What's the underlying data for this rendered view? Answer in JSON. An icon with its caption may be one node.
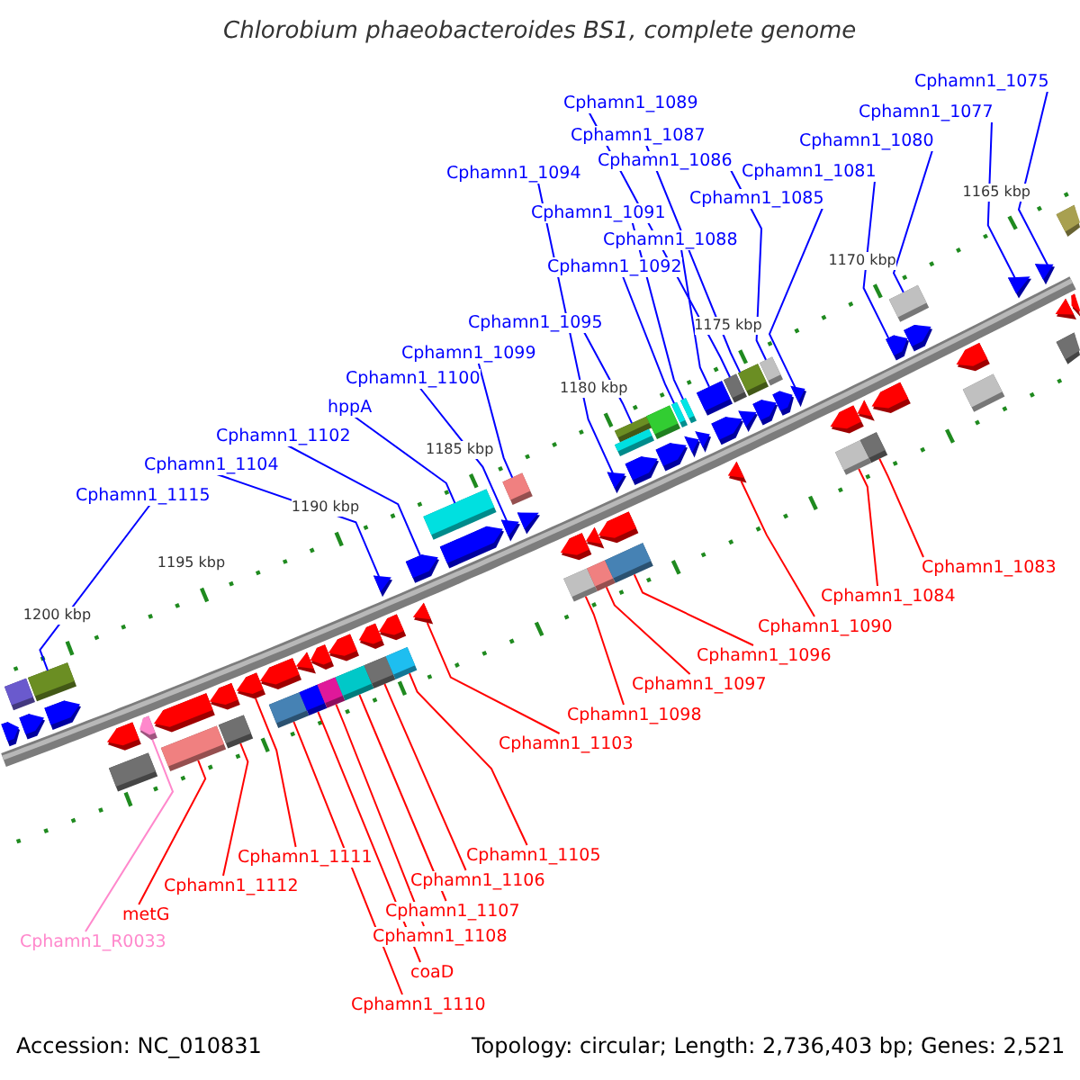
{
  "diagram": {
    "title": "Chlorobium phaeobacteroides BS1, complete genome",
    "nodes": [
      {
        "text": [
          "Cphamn1_1075"
        ]
      },
      {
        "text": [
          "Cphamn1_1089"
        ]
      },
      {
        "text": [
          "Cphamn1_1077"
        ]
      },
      {
        "text": [
          "Cphamn1_1087"
        ]
      },
      {
        "text": [
          "Cphamn1_1080"
        ]
      },
      {
        "text": [
          "Cphamn1_1086"
        ]
      },
      {
        "text": [
          "Cphamn1_1081"
        ]
      },
      {
        "text": [
          "Cphamn1_1094"
        ]
      },
      {
        "text": [
          "Cphamn1_1085"
        ]
      },
      {
        "text": [
          "Cphamn1_1091"
        ]
      },
      {
        "text": [
          "Cphamn1_1088"
        ]
      },
      {
        "text": [
          "Cphamn1_1092"
        ]
      },
      {
        "text": [
          "Cphamn1_1095"
        ]
      },
      {
        "text": [
          "Cphamn1_1099"
        ]
      },
      {
        "text": [
          "Cphamn1_1100"
        ]
      },
      {
        "text": [
          "hppA"
        ]
      },
      {
        "text": [
          "Cphamn1_1102"
        ]
      },
      {
        "text": [
          "Cphamn1_1104"
        ]
      },
      {
        "text": [
          "Cphamn1_1115"
        ]
      },
      {
        "text": [
          "Cphamn1_1083"
        ]
      },
      {
        "text": [
          "Cphamn1_1084"
        ]
      },
      {
        "text": [
          "Cphamn1_1090"
        ]
      },
      {
        "text": [
          "Cphamn1_1096"
        ]
      },
      {
        "text": [
          "Cphamn1_1097"
        ]
      },
      {
        "text": [
          "Cphamn1_1098"
        ]
      },
      {
        "text": [
          "Cphamn1_1103"
        ]
      },
      {
        "text": [
          "Cphamn1_1105"
        ]
      },
      {
        "text": [
          "Cphamn1_1111"
        ]
      },
      {
        "text": [
          "Cphamn1_1106"
        ]
      },
      {
        "text": [
          "Cphamn1_1112"
        ]
      },
      {
        "text": [
          "Cphamn1_1107"
        ]
      },
      {
        "text": [
          "metG"
        ]
      },
      {
        "text": [
          "Cphamn1_1108"
        ]
      },
      {
        "text": [
          "Cphamn1_R0033"
        ]
      },
      {
        "text": [
          "coaD"
        ]
      },
      {
        "text": [
          "Cphamn1_1110"
        ]
      },
      {
        "text": [],
        "shape": "pentagon"
      },
      {
        "text": [],
        "shape": "box"
      },
      {
        "text": [],
        "shape": "pentagon"
      },
      {
        "text": [],
        "shape": "box"
      },
      {
        "text": [],
        "shape": "pentagon"
      },
      {
        "text": [],
        "shape": "pentagon"
      },
      {
        "text": [],
        "shape": "box"
      },
      {
        "text": [],
        "shape": "pentagon"
      },
      {
        "text": [],
        "shape": "pentagon"
      },
      {
        "text": [],
        "shape": "box"
      },
      {
        "text": [],
        "shape": "pentagon"
      },
      {
        "text": [],
        "shape": "box"
      },
      {
        "text": [],
        "shape": "pentagon"
      },
      {
        "text": [],
        "shape": "pentagon"
      },
      {
        "text": [],
        "shape": "box"
      },
      {
        "text": [],
        "shape": "triangle"
      },
      {
        "text": [],
        "shape": "box"
      },
      {
        "text": [],
        "shape": "pentagon"
      },
      {
        "text": [],
        "shape": "box"
      },
      {
        "text": [],
        "shape": "pentagon"
      },
      {
        "text": [],
        "shape": "box"
      },
      {
        "text": [],
        "shape": "pentagon"
      },
      {
        "text": [],
        "shape": "box"
      },
      {
        "text": [],
        "shape": "triangle"
      },
      {
        "text": [],
        "shape": "pentagon"
      },
      {
        "text": [],
        "shape": "box"
      },
      {
        "text": [],
        "shape": "triangle"
      },
      {
        "text": [],
        "shape": "pentagon"
      },
      {
        "text": [],
        "shape": "box"
      },
      {
        "text": [],
        "shape": "pentagon"
      },
      {
        "text": [],
        "shape": "triangle"
      },
      {
        "text": [],
        "shape": "box"
      },
      {
        "text": [],
        "shape": "triangle"
      },
      {
        "text": [],
        "shape": "pentagon"
      },
      {
        "text": [],
        "shape": "box"
      },
      {
        "text": [],
        "shape": "triangle"
      },
      {
        "text": [],
        "shape": "box"
      },
      {
        "text": [],
        "shape": "pentagon"
      },
      {
        "text": [],
        "shape": "triangle"
      },
      {
        "text": [],
        "shape": "box"
      },
      {
        "text": [],
        "shape": "box"
      },
      {
        "text": [],
        "shape": "box"
      },
      {
        "text": [],
        "shape": "pentagon"
      },
      {
        "text": [],
        "shape": "box"
      },
      {
        "text": [],
        "shape": "pentagon"
      },
      {
        "text": [],
        "shape": "box"
      },
      {
        "text": [],
        "shape": "box"
      },
      {
        "text": [],
        "shape": "triangle"
      },
      {
        "text": [],
        "shape": "triangle"
      },
      {
        "text": [],
        "shape": "box"
      },
      {
        "text": [],
        "shape": "pentagon"
      },
      {
        "text": [],
        "shape": "box"
      },
      {
        "text": [],
        "shape": "triangle"
      },
      {
        "text": [],
        "shape": "triangle"
      },
      {
        "text": [],
        "shape": "box"
      },
      {
        "text": [],
        "shape": "pentagon"
      },
      {
        "text": [],
        "shape": "box"
      },
      {
        "text": [],
        "shape": "pentagon"
      },
      {
        "text": [],
        "shape": "triangle"
      },
      {
        "text": [],
        "shape": "pentagon"
      },
      {
        "text": [],
        "shape": "box"
      },
      {
        "text": [],
        "shape": "triangle"
      },
      {
        "text": [],
        "shape": "box"
      },
      {
        "text": [],
        "shape": "pentagon"
      },
      {
        "text": [],
        "shape": "pentagon"
      },
      {
        "text": [],
        "shape": "box"
      },
      {
        "text": [],
        "shape": "pentagon"
      },
      {
        "text": [],
        "shape": "pentagon"
      },
      {
        "text": [],
        "shape": "box"
      },
      {
        "text": [],
        "shape": "triangle"
      },
      {
        "text": [],
        "shape": "triangle"
      },
      {
        "text": [],
        "shape": "triangle"
      },
      {
        "text": [],
        "shape": "box"
      },
      {
        "text": [],
        "shape": "box"
      },
      {
        "text": [],
        "shape": "pentagon"
      }
    ],
    "edges": [
      {
        "from": 0,
        "to": 106,
        "arrow": "none"
      },
      {
        "from": 1,
        "to": 87,
        "arrow": "none"
      },
      {
        "from": 2,
        "to": 105,
        "arrow": "none"
      },
      {
        "from": 3,
        "to": 90,
        "arrow": "none"
      },
      {
        "from": 4,
        "to": 101,
        "arrow": "none"
      },
      {
        "from": 5,
        "to": 92,
        "arrow": "none"
      },
      {
        "from": 6,
        "to": 100,
        "arrow": "none"
      },
      {
        "from": 7,
        "to": 74,
        "arrow": "none"
      },
      {
        "from": 8,
        "to": 94,
        "arrow": "none"
      },
      {
        "from": 9,
        "to": 82,
        "arrow": "none"
      },
      {
        "from": 10,
        "to": 85,
        "arrow": "none"
      },
      {
        "from": 11,
        "to": 81,
        "arrow": "none"
      },
      {
        "from": 12,
        "to": 76,
        "arrow": "none"
      },
      {
        "from": 13,
        "to": 67,
        "arrow": "none"
      },
      {
        "from": 14,
        "to": 66,
        "arrow": "none"
      },
      {
        "from": 15,
        "to": 64,
        "arrow": "none"
      },
      {
        "from": 16,
        "to": 63,
        "arrow": "none"
      },
      {
        "from": 17,
        "to": 59,
        "arrow": "none"
      },
      {
        "from": 18,
        "to": 39,
        "arrow": "none"
      },
      {
        "from": 19,
        "to": 98,
        "arrow": "none",
        "color": "#ff0000"
      },
      {
        "from": 20,
        "to": 96,
        "arrow": "none",
        "color": "#ff0000"
      },
      {
        "from": 21,
        "to": 88,
        "arrow": "none",
        "color": "#ff0000"
      },
      {
        "from": 22,
        "to": 75,
        "arrow": "none",
        "color": "#ff0000"
      },
      {
        "from": 23,
        "to": 72,
        "arrow": "none",
        "color": "#ff0000"
      },
      {
        "from": 24,
        "to": 70,
        "arrow": "none",
        "color": "#ff0000"
      },
      {
        "from": 25,
        "to": 62,
        "arrow": "none",
        "color": "#ff0000"
      },
      {
        "from": 26,
        "to": 61,
        "arrow": "none",
        "color": "#ff0000"
      },
      {
        "from": 27,
        "to": 48,
        "arrow": "none",
        "color": "#ff0000"
      },
      {
        "from": 28,
        "to": 58,
        "arrow": "none",
        "color": "#ff0000"
      },
      {
        "from": 29,
        "to": 47,
        "arrow": "none",
        "color": "#ff0000"
      },
      {
        "from": 30,
        "to": 56,
        "arrow": "none",
        "color": "#ff0000"
      },
      {
        "from": 31,
        "to": 45,
        "arrow": "none",
        "color": "#ff0000"
      },
      {
        "from": 32,
        "to": 54,
        "arrow": "none",
        "color": "#ff0000"
      },
      {
        "from": 33,
        "to": 43,
        "arrow": "none",
        "color": "#ff88cc"
      },
      {
        "from": 34,
        "to": 52,
        "arrow": "none",
        "color": "#ff0000"
      },
      {
        "from": 35,
        "to": 50,
        "arrow": "none",
        "color": "#ff0000"
      }
    ],
    "labels": [
      "1165 kbp",
      "1170 kbp",
      "1175 kbp",
      "1180 kbp",
      "1185 kbp",
      "1190 kbp",
      "1195 kbp",
      "1200 kbp",
      "Accession: NC_010831",
      "Topology: circular; Length: 2,736,403 bp; Genes: 2,521"
    ]
  }
}
